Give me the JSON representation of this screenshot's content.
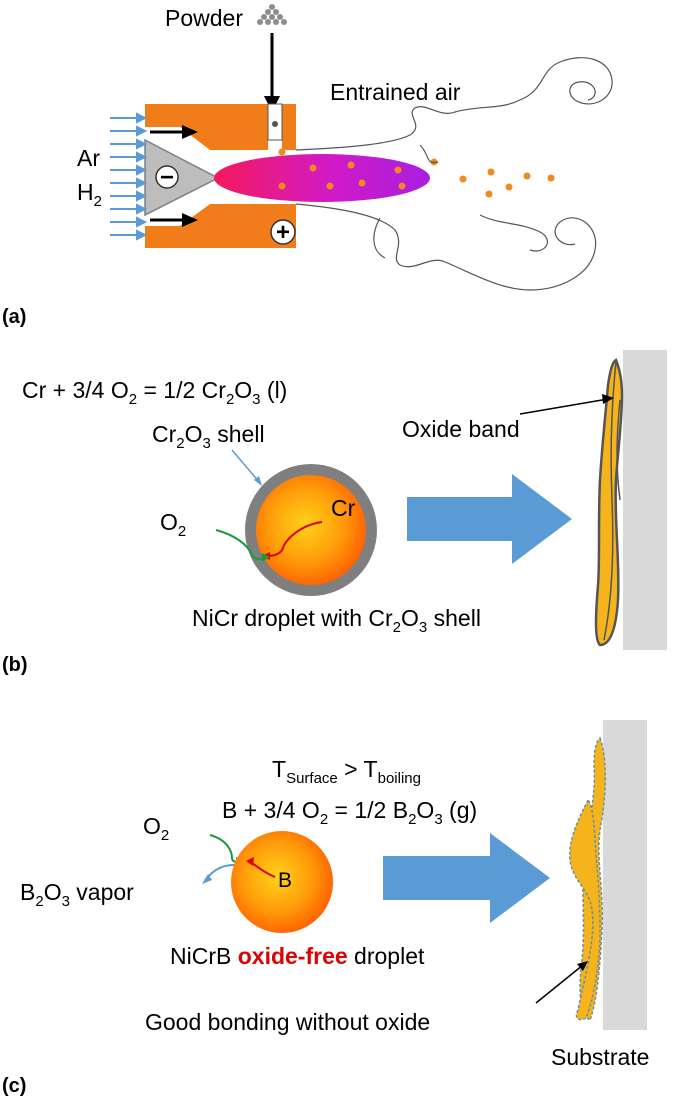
{
  "panel_a": {
    "label": "(a)",
    "powder": "Powder",
    "entrained_air": "Entrained air",
    "gas_ar": "Ar",
    "gas_h": "H",
    "gas_h_sub": "2",
    "minus": "−",
    "plus": "+"
  },
  "panel_b": {
    "label": "(b)",
    "eq_cr": "Cr + 3/4 O",
    "eq_sub1": "2",
    "eq_mid": " = 1/2 Cr",
    "eq_sub2": "2",
    "eq_o": "O",
    "eq_sub3": "3",
    "eq_end": " (l)",
    "shell_cr": "Cr",
    "shell_sub1": "2",
    "shell_o": "O",
    "shell_sub2": "3",
    "shell_word": " shell",
    "o2_o": "O",
    "o2_sub": "2",
    "cr": "Cr",
    "oxide_band": "Oxide band",
    "caption_pre": "NiCr droplet with Cr",
    "caption_sub1": "2",
    "caption_o": "O",
    "caption_sub2": "3",
    "caption_end": " shell"
  },
  "panel_c": {
    "label": "(c)",
    "t_surface": "T",
    "t_surface_sub": "Surface",
    "gt": " > T",
    "t_boiling_sub": "boiling",
    "eq_b": "B + 3/4 O",
    "eq_sub1": "2",
    "eq_mid": " = 1/2 B",
    "eq_sub2": "2",
    "eq_o": "O",
    "eq_sub3": "3",
    "eq_end": " (g)",
    "o2_o": "O",
    "o2_sub": "2",
    "vapor_b": "B",
    "vapor_sub1": "2",
    "vapor_o": "O",
    "vapor_sub2": "3",
    "vapor_word": " vapor",
    "b": "B",
    "caption_pre": "NiCrB ",
    "caption_red": "oxide-free",
    "caption_end": " droplet",
    "bonding": "Good bonding without oxide",
    "substrate": "Substrate"
  },
  "colors": {
    "torch_orange": "#f07d1a",
    "particle_orange": "#f08a1e",
    "arrow_blue": "#5b9bd5",
    "gas_blue": "#5b9bd5",
    "shell_gray": "#7f7f7f",
    "splat_yellow": "#f5b41c",
    "substrate_gray": "#d9d9d9",
    "o2_green": "#1a9a3a",
    "red_path": "#e00000",
    "highlight_red": "#e00000"
  }
}
